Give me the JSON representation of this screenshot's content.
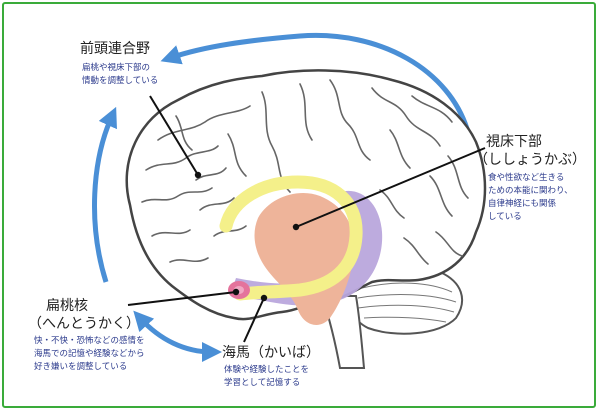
{
  "regions": {
    "prefrontal": {
      "name": "前頭連合野",
      "desc": [
        "扁桃や視床下部の",
        "情動を調整している"
      ]
    },
    "hypothalamus": {
      "name": "視床下部",
      "reading": "（ししょうかぶ）",
      "desc": [
        "食や性欲など生きる",
        "ための本能に関わり、",
        "自律神経にも関係",
        "している"
      ]
    },
    "amygdala": {
      "name": "扁桃核",
      "reading": "（へんとうかく）",
      "desc": [
        "快・不快・恐怖などの感情を",
        "海馬での記憶や経験などから",
        "好き嫌いを調整している"
      ]
    },
    "hippocampus": {
      "name": "海馬（かいば）",
      "desc": [
        "体験や経験したことを",
        "学習として記憶する"
      ]
    }
  },
  "colors": {
    "frame": "#3aab3a",
    "arrow": "#4a8fd6",
    "thalamus_yellow": "#f4f08a",
    "limbic_purple": "#b9a6dc",
    "hypothalamus_peach": "#eeb49a",
    "amygdala_pink": "#e4739c",
    "description_text": "#2b3a8c"
  }
}
